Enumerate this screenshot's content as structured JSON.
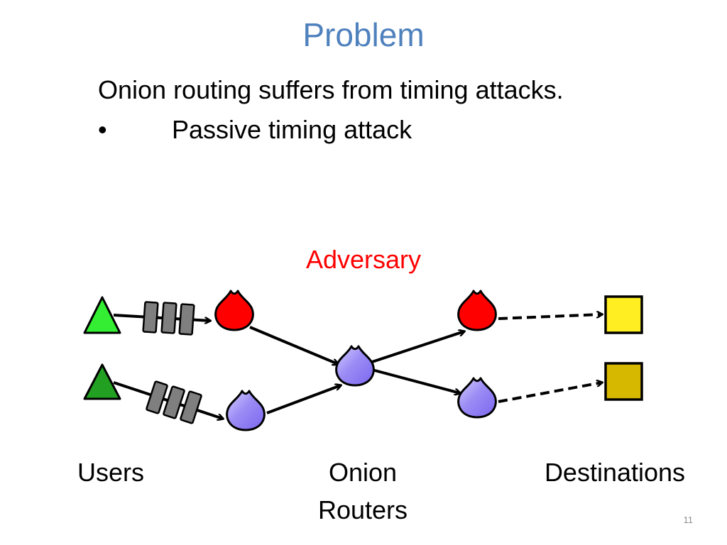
{
  "slide": {
    "title": "Problem",
    "body_text": "Onion routing suffers from timing attacks.",
    "bullet_symbol": "•",
    "bullet_text": "Passive timing attack",
    "adversary_label": "Adversary",
    "labels": {
      "users": "Users",
      "onion_routers_line1": "Onion",
      "onion_routers_line2": "Routers",
      "destinations": "Destinations"
    },
    "slide_number": "11"
  },
  "colors": {
    "title": "#4f81bd",
    "adversary": "#ff0000",
    "user_light": "#33ee33",
    "user_dark": "#22a022",
    "router_compromised": "#ff0000",
    "router_honest": "#9b8cf5",
    "destination_light": "#ffee22",
    "destination_dark": "#d7b800",
    "packet": "#7f7f7f"
  }
}
